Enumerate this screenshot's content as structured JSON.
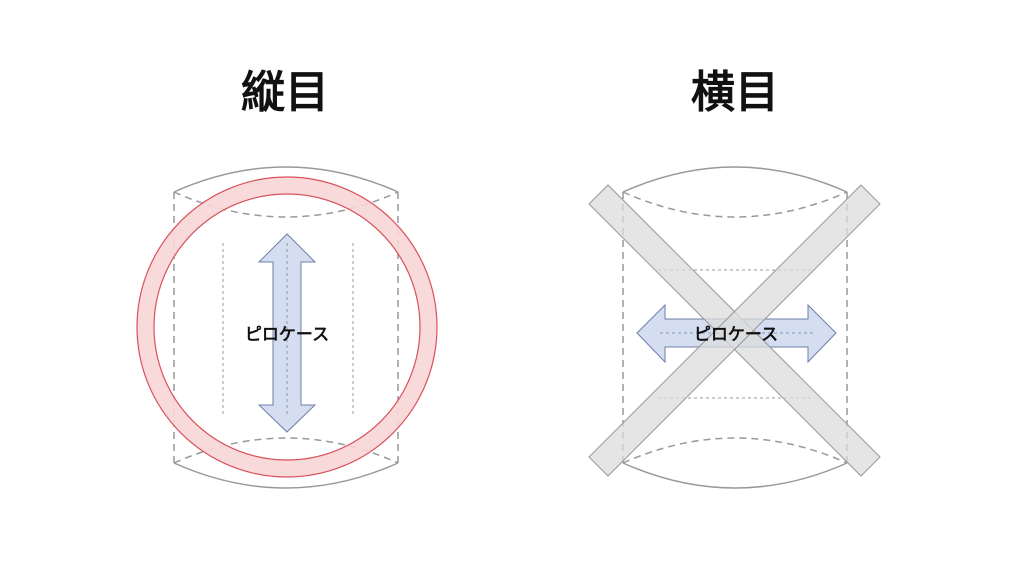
{
  "left": {
    "title": "縦目",
    "label": "ピロケース",
    "verdict": "ok-circle"
  },
  "right": {
    "title": "横目",
    "label": "ピロケース",
    "verdict": "ng-cross"
  },
  "colors": {
    "circle": "#f8d6d6",
    "circle_stroke": "#d9505a",
    "arrow_fill": "#d4def0",
    "arrow_stroke": "#6d7fa8",
    "cross_fill": "#e6e6e6",
    "outline": "#999999"
  }
}
